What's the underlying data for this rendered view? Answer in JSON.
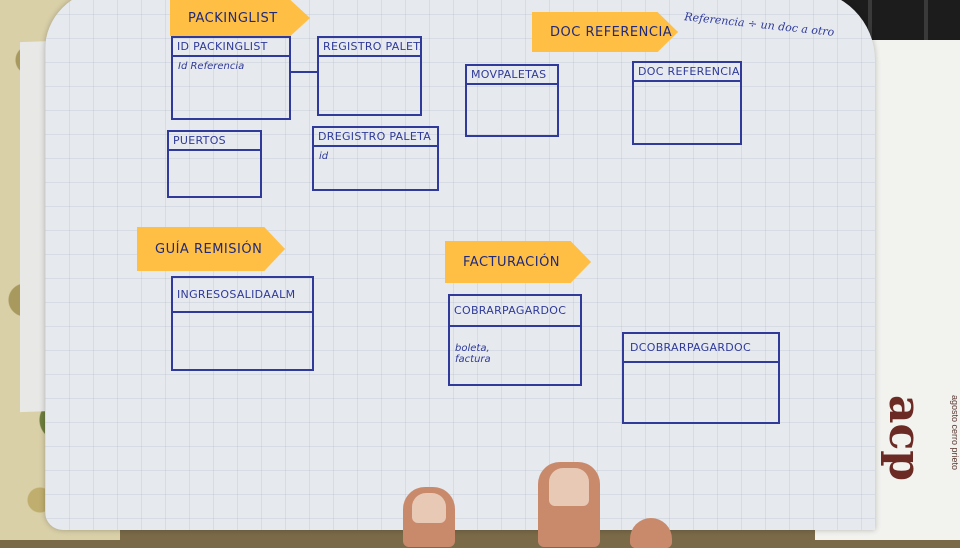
{
  "notes": {
    "packinglist": "PACKINGLIST",
    "doc_referencia": "DOC REFERENCIA",
    "guia_remision": "GUÍA REMISIÓN",
    "facturacion": "FACTURACIÓN"
  },
  "handwritten_note": "Referencia ÷ un doc a otro",
  "tables": {
    "id_packinglist": {
      "name": "ID PACKINGLIST",
      "fields": "Id Referencia"
    },
    "registro_paletas": {
      "name": "REGISTRO PALETAS",
      "fields": ""
    },
    "puertos": {
      "name": "PUERTOS",
      "fields": ""
    },
    "dregistro_paleta": {
      "name": "DREGISTRO PALETA",
      "fields": "id"
    },
    "mov_paletas": {
      "name": "MOVPALETAS",
      "fields": ""
    },
    "doc_referencia": {
      "name": "DOC REFERENCIA",
      "fields": ""
    },
    "ingreso_salida_alm": {
      "name": "INGRESOSALIDAALM",
      "fields": ""
    },
    "cobrar_pagar_doc": {
      "name": "COBRARPAGARDOC",
      "fields": "boleta,\nfactura"
    },
    "dcobrar_pagar_doc": {
      "name": "DCOBRARPAGARDOC",
      "fields": ""
    }
  },
  "brand": {
    "mark": "acp",
    "subtitle": "agosto cerro prieto"
  },
  "colors": {
    "ink": "#2f3a9a",
    "sticky_note": "#ffbf45",
    "paper": "#e6e9ee"
  }
}
